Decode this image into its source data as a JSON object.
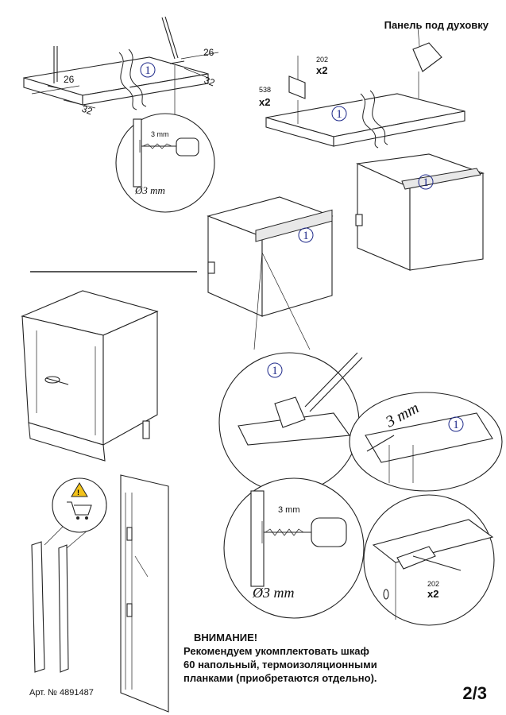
{
  "header": {
    "title": "Панель под духовку"
  },
  "callouts": {
    "panel_number": "1",
    "dim_26": "26",
    "dim_32": "32",
    "drill_depth": "3 mm",
    "drill_diameter": "Ø3 mm",
    "gap": "3 mm"
  },
  "hardware": {
    "screw_code": "202",
    "screw_qty": "x2",
    "bracket_code": "538",
    "bracket_qty": "x2"
  },
  "warning": {
    "title": "ВНИМАНИЕ!",
    "text": "Рекомендуем укомплектовать шкаф 60 напольный, термоизоляционными планками (приобретаются отдельно)."
  },
  "footer": {
    "article": "Арт. № 4891487",
    "page": "2/3"
  },
  "colors": {
    "line": "#222222",
    "number_ink": "#1f2a8a",
    "warning_yellow": "#f2c21a"
  },
  "icons": {
    "cart": "shopping-cart-icon",
    "warning": "warning-triangle-icon"
  }
}
